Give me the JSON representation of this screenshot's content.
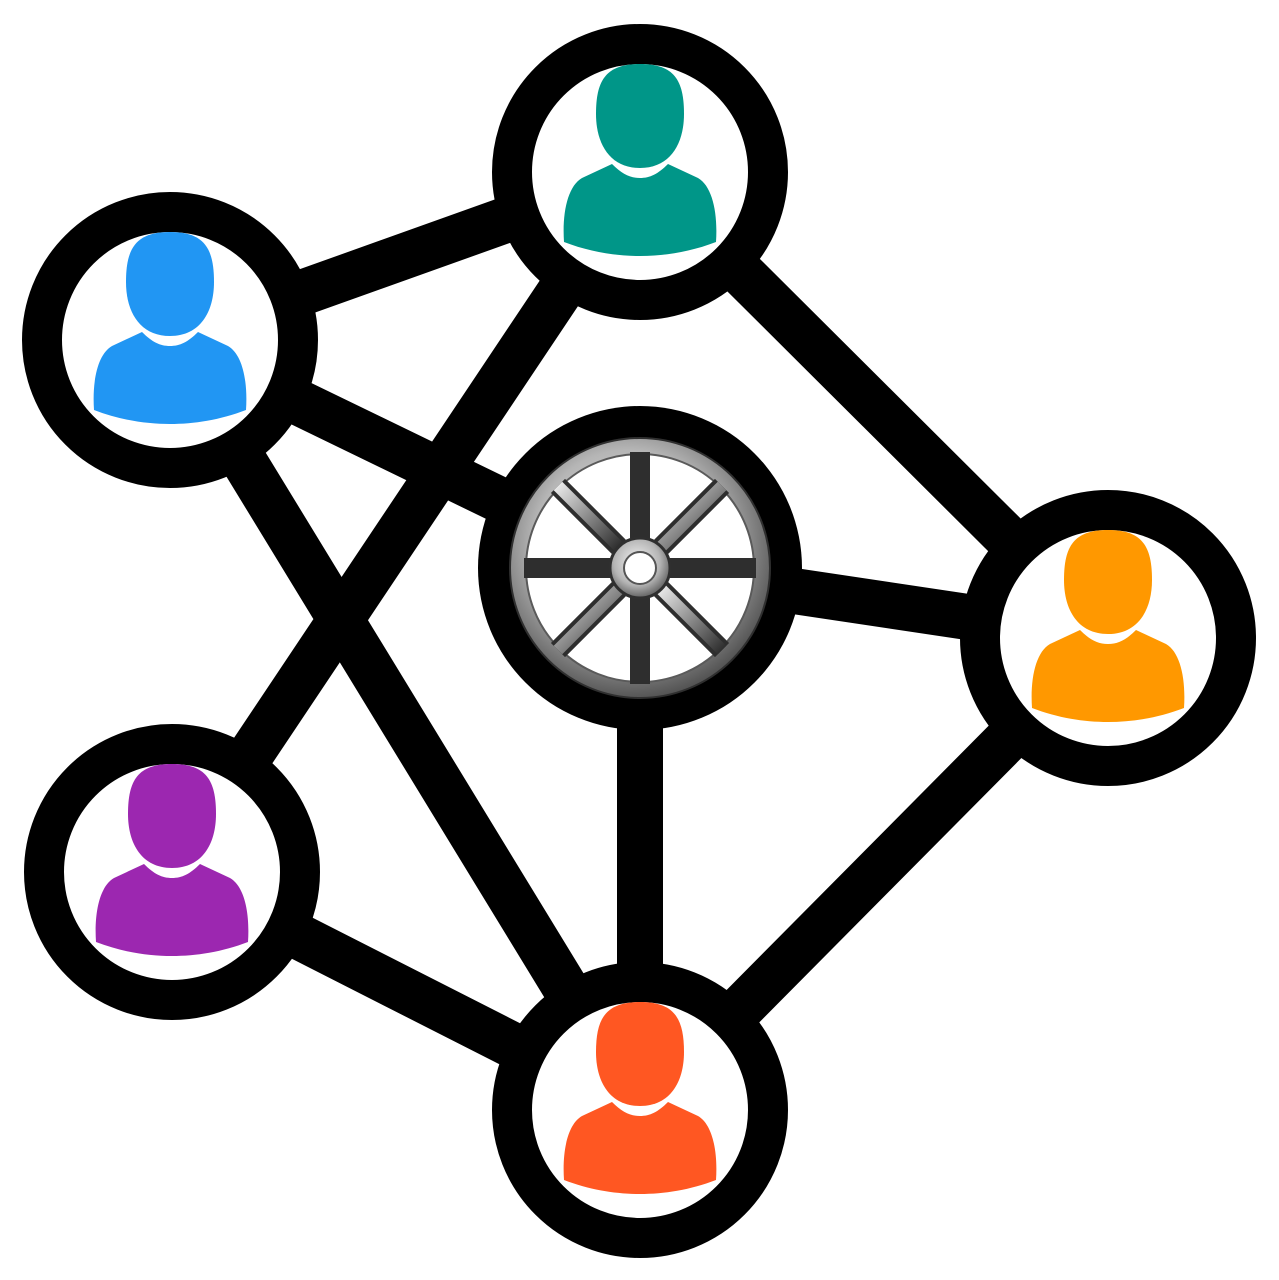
{
  "colors": {
    "background": "#ffffff",
    "outline": "#000000",
    "node_fill": "#ffffff",
    "hub_metal_light": "#f2f2f2",
    "hub_metal_mid": "#9a9a9a",
    "hub_metal_dark": "#3a3a3a"
  },
  "hub": {
    "icon": "wheel-hub-icon"
  },
  "nodes": [
    {
      "id": "top",
      "icon": "user-icon",
      "color": "#009688"
    },
    {
      "id": "left",
      "icon": "user-icon",
      "color": "#2196F3"
    },
    {
      "id": "right",
      "icon": "user-icon",
      "color": "#FF9800"
    },
    {
      "id": "bottom-left",
      "icon": "user-icon",
      "color": "#9C27B0"
    },
    {
      "id": "bottom",
      "icon": "user-icon",
      "color": "#FF5722"
    }
  ],
  "connections": [
    [
      "left",
      "top"
    ],
    [
      "top",
      "right"
    ],
    [
      "right",
      "bottom"
    ],
    [
      "bottom",
      "bottom-left"
    ],
    [
      "bottom-left",
      "top"
    ],
    [
      "left",
      "bottom"
    ],
    [
      "hub",
      "left"
    ],
    [
      "hub",
      "right"
    ],
    [
      "hub",
      "bottom"
    ]
  ]
}
